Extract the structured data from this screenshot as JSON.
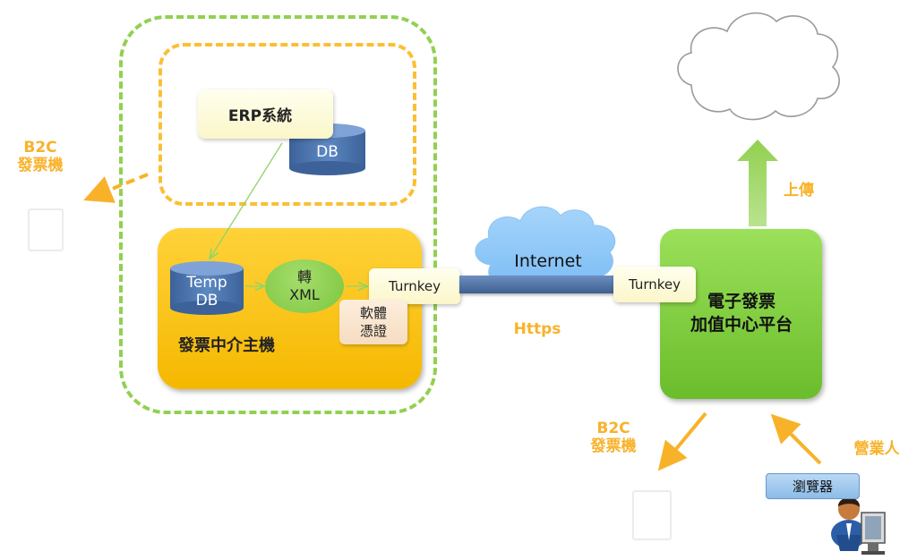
{
  "erp": {
    "label": "ERP系統",
    "db": "DB"
  },
  "host": {
    "label": "發票中介主機",
    "temp_db": [
      "Temp",
      "DB"
    ],
    "xml": [
      "轉",
      "XML"
    ],
    "turnkey": "Turnkey",
    "cert": [
      "軟體",
      "憑證"
    ]
  },
  "network": {
    "internet": "Internet",
    "https": "Https"
  },
  "platform": {
    "turnkey": "Turnkey",
    "label_line1": "電子發票",
    "label_line2": "加值中心平台"
  },
  "upload_label": "上傳",
  "b2c_left": [
    "B2C",
    "發票機"
  ],
  "b2c_bottom": [
    "B2C",
    "發票機"
  ],
  "business": "營業人",
  "browser": "瀏覽器",
  "colors": {
    "green": "#92d050",
    "orange": "#f8b22a",
    "yellow": "#ffcc22",
    "db_blue": "#4f78b0"
  }
}
